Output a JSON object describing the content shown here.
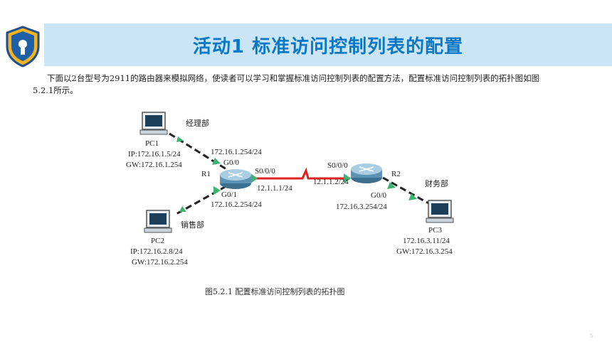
{
  "title": "活动1  标准访问控制列表的配置",
  "intro": "下面以2台型号为2911的路由器来模拟网络，使读者可以学习和掌握标准访问控制列表的配置方法，配置标准访问控制列表的拓扑图如图5.2.1所示。",
  "diagram": {
    "pc1": {
      "dept": "经理部",
      "name": "PC1",
      "ip": "IP:172.16.1.5/24",
      "gw": "GW:172.16.1.254"
    },
    "pc2": {
      "dept": "销售部",
      "name": "PC2",
      "ip": "IP:172.16.2.8/24",
      "gw": "GW:172.16.2.254"
    },
    "pc3": {
      "dept": "财务部",
      "name": "PC3",
      "ip": "172.16.3.11/24",
      "gw": "GW:172.16.3.254"
    },
    "r1": {
      "name": "R1",
      "g00_ip": "172.16.1.254/24",
      "g00": "G0/0",
      "s000": "S0/0/0",
      "s000_ip": "12.1.1.1/24",
      "g01": "G0/1",
      "g01_ip": "172.16.2.254/24"
    },
    "r2": {
      "name": "R2",
      "s000": "S0/0/0",
      "s000_ip": "12.1.1.2/24",
      "g00": "G0/0",
      "g00_ip": "172.16.3.254/24"
    }
  },
  "caption": "图5.2.1  配置标准访问控制列表的拓扑图",
  "page_number": "5",
  "colors": {
    "title": "#0a78c4",
    "title_bg": "#c9e5f7",
    "serial_link": "#e02020",
    "ethernet_link": "#222222",
    "port_marker": "#3cb371"
  }
}
